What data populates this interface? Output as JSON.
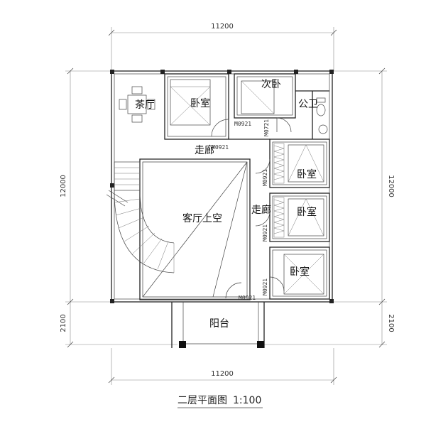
{
  "drawing": {
    "title": "二层平面图",
    "scale": "1:100",
    "dimensions": {
      "top": "11200",
      "bottom": "11200",
      "left_main": "12000",
      "left_balcony": "2100",
      "right_main": "12000",
      "right_balcony": "2100"
    },
    "rooms": {
      "tea_room": "茶厅",
      "bedroom_top": "卧室",
      "second_bedroom": "次卧",
      "public_wc": "公卫",
      "corridor_top": "走廊",
      "bedroom_right_1": "卧室",
      "living_void": "客厅上空",
      "corridor_right": "走廊",
      "bedroom_right_2": "卧室",
      "bedroom_right_3": "卧室",
      "balcony": "阳台"
    },
    "doors": {
      "d1": "M0921",
      "d2": "M0721",
      "d3": "M0921",
      "d4": "M0921",
      "d5": "M0921",
      "d6": "M0921",
      "d7": "M0921"
    }
  }
}
